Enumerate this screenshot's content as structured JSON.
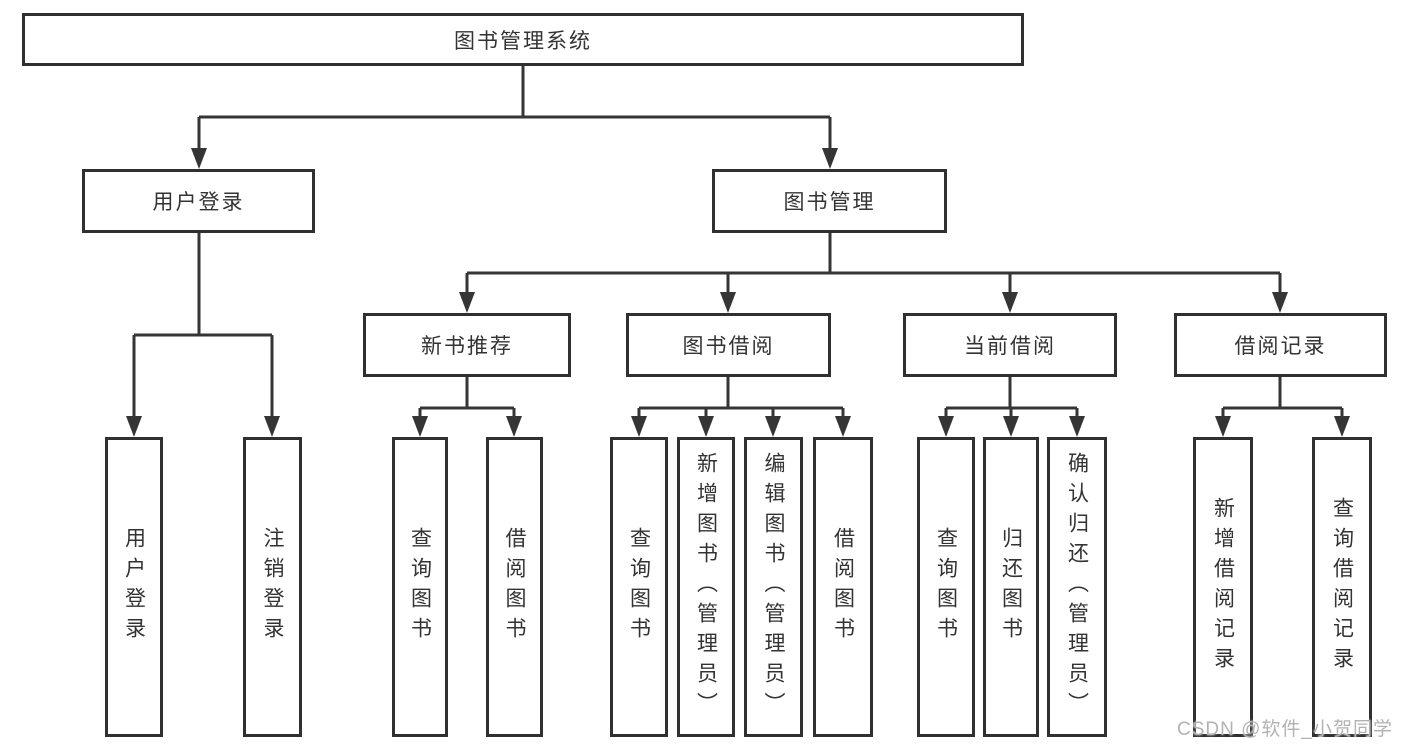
{
  "diagram": {
    "root": {
      "label": "图书管理系统",
      "children": [
        {
          "label": "用户登录",
          "children": [
            {
              "label": "用户登录"
            },
            {
              "label": "注销登录"
            }
          ]
        },
        {
          "label": "图书管理",
          "children": [
            {
              "label": "新书推荐",
              "children": [
                {
                  "label": "查询图书"
                },
                {
                  "label": "借阅图书"
                }
              ]
            },
            {
              "label": "图书借阅",
              "children": [
                {
                  "label": "查询图书"
                },
                {
                  "label": "新增图书（管理员）"
                },
                {
                  "label": "编辑图书（管理员）"
                },
                {
                  "label": "借阅图书"
                }
              ]
            },
            {
              "label": "当前借阅",
              "children": [
                {
                  "label": "查询图书"
                },
                {
                  "label": "归还图书"
                },
                {
                  "label": "确认归还（管理员）"
                }
              ]
            },
            {
              "label": "借阅记录",
              "children": [
                {
                  "label": "新增借阅记录"
                },
                {
                  "label": "查询借阅记录"
                }
              ]
            }
          ]
        }
      ]
    },
    "watermark": "CSDN @软件_小贺同学",
    "colors": {
      "line": "#353535",
      "box_border": "#303030",
      "text": "#333333",
      "watermark": "#b2b2b2",
      "background": "#ffffff"
    }
  }
}
